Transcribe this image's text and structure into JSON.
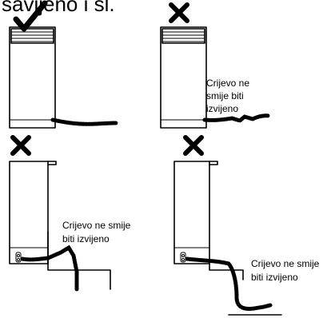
{
  "heading_fragment": "savijeno i sl.",
  "panels": [
    {
      "status": "correct",
      "status_icon": "check-icon",
      "label": ""
    },
    {
      "status": "incorrect",
      "status_icon": "cross-icon",
      "label_lines": [
        "Crijevo ne",
        "smije biti",
        "izvijeno"
      ]
    },
    {
      "status": "incorrect",
      "status_icon": "cross-icon",
      "label_lines": [
        "Crijevo ne smije",
        "biti izvijeno"
      ]
    },
    {
      "status": "incorrect",
      "status_icon": "cross-icon",
      "label_lines": [
        "Crijevo ne smije",
        "biti izvijeno"
      ]
    }
  ]
}
